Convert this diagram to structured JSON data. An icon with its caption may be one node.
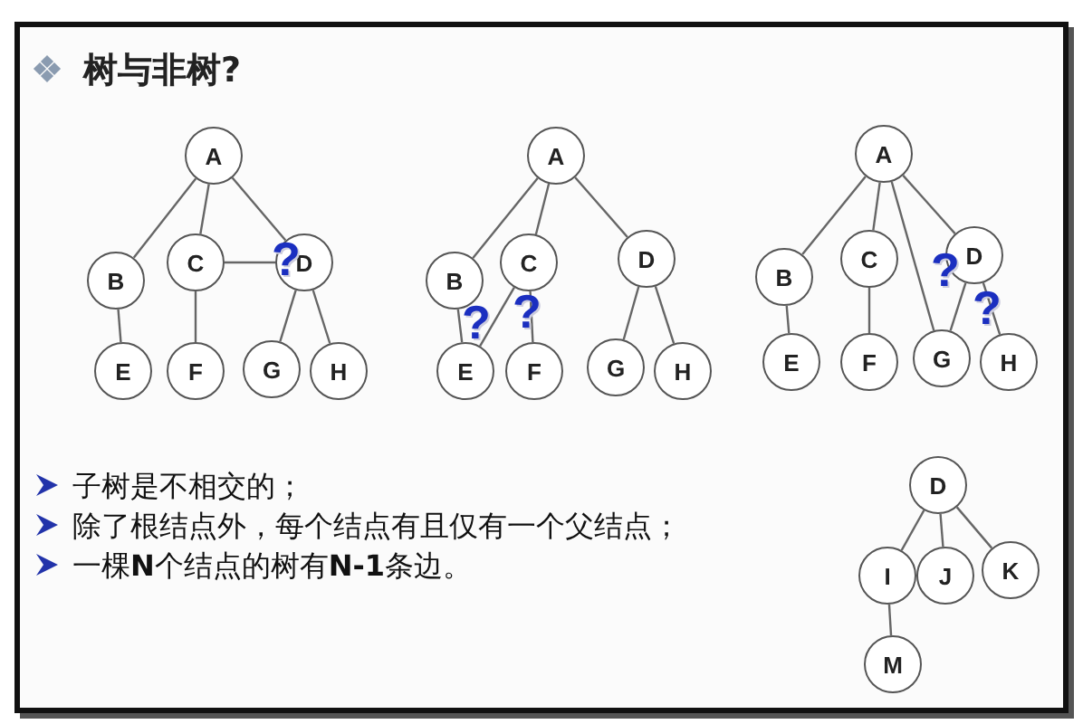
{
  "diagram": {
    "title": "树与非树?",
    "nodes": [
      {
        "text": [
          "A"
        ]
      },
      {
        "text": [
          "B"
        ]
      },
      {
        "text": [
          "C"
        ]
      },
      {
        "text": [
          "D"
        ]
      },
      {
        "text": [
          "E"
        ]
      },
      {
        "text": [
          "F"
        ]
      },
      {
        "text": [
          "G"
        ]
      },
      {
        "text": [
          "H"
        ]
      },
      {
        "text": [
          "A"
        ]
      },
      {
        "text": [
          "B"
        ]
      },
      {
        "text": [
          "C"
        ]
      },
      {
        "text": [
          "D"
        ]
      },
      {
        "text": [
          "E"
        ]
      },
      {
        "text": [
          "F"
        ]
      },
      {
        "text": [
          "G"
        ]
      },
      {
        "text": [
          "H"
        ]
      },
      {
        "text": [
          "A"
        ]
      },
      {
        "text": [
          "B"
        ]
      },
      {
        "text": [
          "C"
        ]
      },
      {
        "text": [
          "D"
        ]
      },
      {
        "text": [
          "E"
        ]
      },
      {
        "text": [
          "F"
        ]
      },
      {
        "text": [
          "G"
        ]
      },
      {
        "text": [
          "H"
        ]
      },
      {
        "text": [
          "D"
        ]
      },
      {
        "text": [
          "I"
        ]
      },
      {
        "text": [
          "J"
        ]
      },
      {
        "text": [
          "K"
        ]
      },
      {
        "text": [
          "M"
        ]
      }
    ],
    "edges": [
      {
        "from": 0,
        "to": 1,
        "arrow": "none"
      },
      {
        "from": 0,
        "to": 2,
        "arrow": "none"
      },
      {
        "from": 0,
        "to": 3,
        "arrow": "none"
      },
      {
        "from": 1,
        "to": 4,
        "arrow": "none"
      },
      {
        "from": 2,
        "to": 5,
        "arrow": "none"
      },
      {
        "from": 2,
        "to": 3,
        "arrow": "none"
      },
      {
        "from": 3,
        "to": 6,
        "arrow": "none"
      },
      {
        "from": 3,
        "to": 7,
        "arrow": "none"
      },
      {
        "from": 8,
        "to": 9,
        "arrow": "none"
      },
      {
        "from": 8,
        "to": 10,
        "arrow": "none"
      },
      {
        "from": 8,
        "to": 11,
        "arrow": "none"
      },
      {
        "from": 9,
        "to": 12,
        "arrow": "none"
      },
      {
        "from": 10,
        "to": 12,
        "arrow": "none"
      },
      {
        "from": 10,
        "to": 13,
        "arrow": "none"
      },
      {
        "from": 11,
        "to": 14,
        "arrow": "none"
      },
      {
        "from": 11,
        "to": 15,
        "arrow": "none"
      },
      {
        "from": 16,
        "to": 17,
        "arrow": "none"
      },
      {
        "from": 16,
        "to": 18,
        "arrow": "none"
      },
      {
        "from": 16,
        "to": 22,
        "arrow": "none"
      },
      {
        "from": 16,
        "to": 19,
        "arrow": "none"
      },
      {
        "from": 17,
        "to": 20,
        "arrow": "none"
      },
      {
        "from": 18,
        "to": 21,
        "arrow": "none"
      },
      {
        "from": 19,
        "to": 22,
        "arrow": "none"
      },
      {
        "from": 19,
        "to": 23,
        "arrow": "none"
      },
      {
        "from": 24,
        "to": 25,
        "arrow": "none"
      },
      {
        "from": 24,
        "to": 26,
        "arrow": "none"
      },
      {
        "from": 24,
        "to": 27,
        "arrow": "none"
      },
      {
        "from": 25,
        "to": 28,
        "arrow": "none"
      }
    ],
    "labels": [
      "?",
      "?",
      "?",
      "?",
      "?",
      "子树是不相交的；",
      "除了根结点外，每个结点有且仅有一个父结点；",
      "一棵**N**个结点的树有**N-1**条边。"
    ]
  }
}
